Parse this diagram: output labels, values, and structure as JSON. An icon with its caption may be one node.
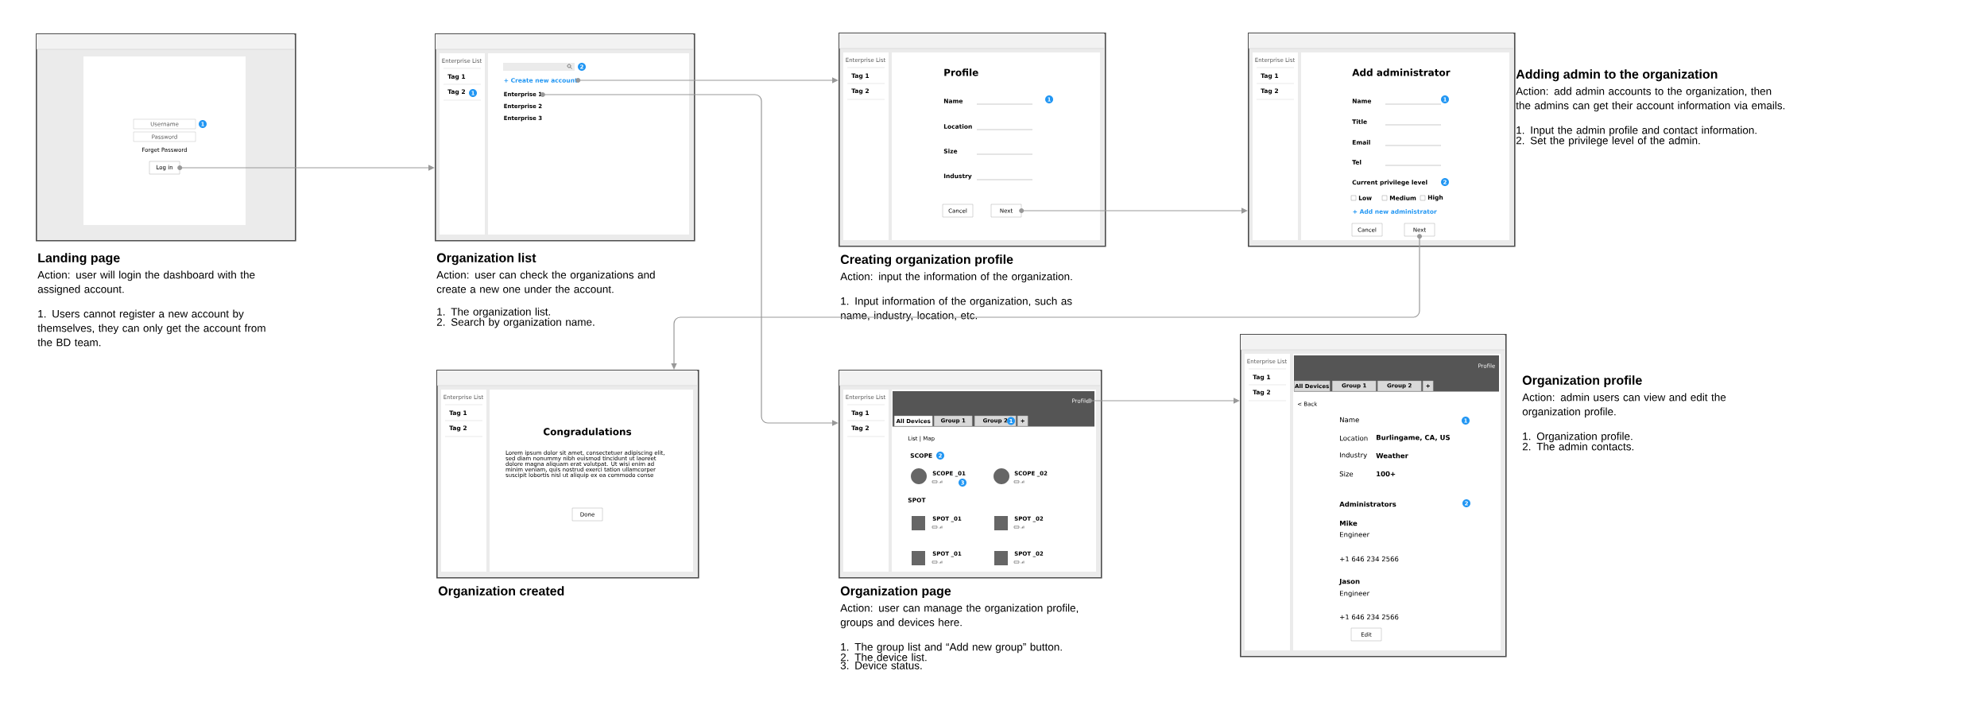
{
  "diagram": {
    "nodes": [
      {
        "text": [
          "Username",
          "1",
          "Password",
          "Forget Password"
        ],
        "beside": [
          "Landing page",
          "Action: user will login the dashboard with the assigned account.",
          "1. Users cannot register a new account by themselves, they can only get the account from the BD team."
        ]
      },
      {
        "text": [
          "Log in"
        ],
        "in": 0
      },
      {
        "text": [
          "Enterprise List",
          "Tag 1",
          "Tag 2",
          "1",
          "2",
          "Enterprise 2",
          "Enterprise 3"
        ],
        "beside": [
          "Organization list",
          "Action: user can check the organizations and create a new one under the account.",
          "1. The organization list.",
          "2. Search by organization name."
        ]
      },
      {
        "text": [
          "+ Create new account"
        ],
        "in": 2
      },
      {
        "text": [
          "Enterprise 1"
        ],
        "in": 2
      },
      {
        "text": [
          "Enterprise List",
          "Tag 1",
          "Tag 2",
          "Profile",
          "Name",
          "1",
          "Location",
          "Size",
          "Industry",
          "Cancel"
        ],
        "beside": [
          "Creating organization profile",
          "Action: input the information of the organization.",
          "1. Input information of the organization, such as name, industry, location, etc."
        ]
      },
      {
        "text": [
          "Next"
        ],
        "in": 5
      },
      {
        "text": [
          "Enterprise List",
          "Tag 1",
          "Tag 2",
          "Add administrator",
          "Name",
          "1",
          "Title",
          "Email",
          "Tel",
          "Current privilege level",
          "2",
          "Low",
          "Medium",
          "High",
          "+ Add new administrator",
          "Cancel"
        ],
        "beside": [
          "Adding admin to the organization",
          "Action: add admin accounts to the organization, then the admins can get their account information via emails.",
          "1. Input the admin profile and contact information.",
          "2. Set the privilege level of the admin."
        ]
      },
      {
        "text": [
          "Next"
        ],
        "in": 7
      },
      {
        "text": [
          "Enterprise List",
          "Tag 1",
          "Tag 2",
          "Congradulations",
          "Lorem ipsum dolor sit amet, consectetuer adipiscing elit, sed diam nonummy nibh euismod tincidunt ut laoreet dolore magna aliquam erat volutpat. Ut wisi enim ad minim veniam, quis nostrud exerci tation ullamcorper suscipit lobortis nisl ut aliquip ex ea commodo conse",
          "Done"
        ],
        "beside": [
          "Organization created"
        ]
      },
      {
        "text": [
          "Enterprise List",
          "Tag 1",
          "Tag 2",
          "All Devices",
          "Group 1",
          "Group 2",
          "1",
          "+",
          "List | Map",
          "SCOPE",
          "2",
          "SCOPE _01",
          "3",
          "SCOPE _02",
          "SPOT",
          "SPOT _01",
          "SPOT _02",
          "SPOT _01",
          "SPOT _02"
        ],
        "beside": [
          "Organization page",
          "Action: user can manage the organization profile, groups and devices here.",
          "1. The group list and “Add new group” button.",
          "2. The device list.",
          "3. Device status."
        ]
      },
      {
        "text": [
          "Profile"
        ],
        "in": 10
      },
      {
        "text": [
          "Enterprise List",
          "Tag 1",
          "Tag 2",
          "Profile",
          "All Devices",
          "Group 1",
          "Group 2",
          "+",
          "< Back",
          "Name",
          "1",
          "Location",
          "Burlingame, CA, US",
          "Industry",
          "Weather",
          "Size",
          "100+",
          "Administrators",
          "2",
          "Mike",
          "Engineer",
          "+1 646 234 2566",
          "Jason",
          "Engineer",
          "+1 646 234 2566",
          "Edit"
        ],
        "beside": [
          "Organization profile",
          "Action: admin users can view and edit the organization profile.",
          "1. Organization profile.",
          "2. The admin contacts."
        ]
      }
    ],
    "edges": [
      {
        "from": 1,
        "to": 2,
        "arrow": "to"
      },
      {
        "from": 3,
        "to": 5,
        "arrow": "to"
      },
      {
        "from": 4,
        "to": 10,
        "arrow": "to"
      },
      {
        "from": 6,
        "to": 7,
        "arrow": "to"
      },
      {
        "from": 8,
        "to": 9,
        "arrow": "to"
      },
      {
        "from": 11,
        "to": 12,
        "arrow": "to"
      }
    ]
  }
}
